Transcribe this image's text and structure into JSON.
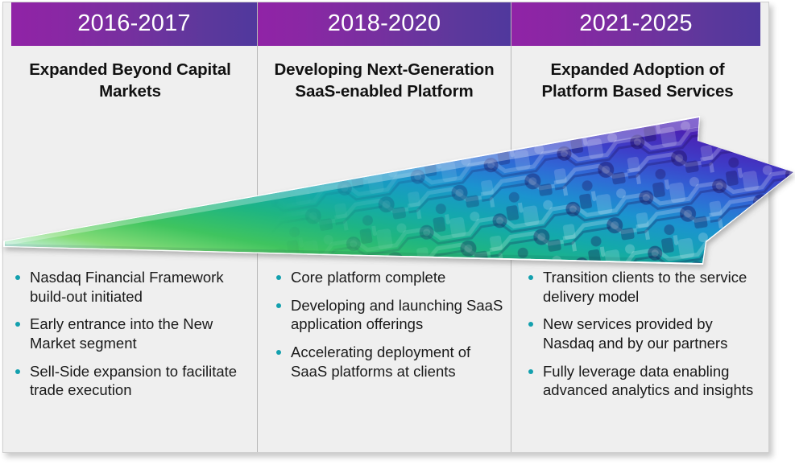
{
  "slide": {
    "type": "three-phase-timeline-infographic",
    "background_color": "#efefef",
    "accent_bullet_color": "#13a0ae",
    "band_gradient_from": "#9023a6",
    "band_gradient_to": "#50389d",
    "arrow": {
      "name": "growth-arrow",
      "direction": "left-to-right-ascending",
      "texture": "circuit-board-pattern",
      "gradient_stops": [
        "#d8f5f4",
        "#6fd35a",
        "#2bb26d",
        "#13a7a8",
        "#1d8fd1",
        "#3a4fc4",
        "#4a1fb0",
        "#6a3bd6"
      ]
    }
  },
  "columns": [
    {
      "period": "2016-2017",
      "heading": "Expanded Beyond Capital Markets",
      "bullets": [
        "Nasdaq Financial Framework build-out initiated",
        "Early entrance into the New Market segment",
        "Sell-Side expansion to facilitate trade execution"
      ]
    },
    {
      "period": "2018-2020",
      "heading": "Developing Next-Generation SaaS-enabled Platform",
      "bullets": [
        "Core platform complete",
        "Developing and launching SaaS application offerings",
        "Accelerating deployment of SaaS platforms at clients"
      ]
    },
    {
      "period": "2021-2025",
      "heading": "Expanded Adoption of Platform Based Services",
      "bullets": [
        "Transition clients to the service delivery model",
        "New services provided by Nasdaq and by our partners",
        "Fully leverage data enabling advanced analytics and insights"
      ]
    }
  ]
}
